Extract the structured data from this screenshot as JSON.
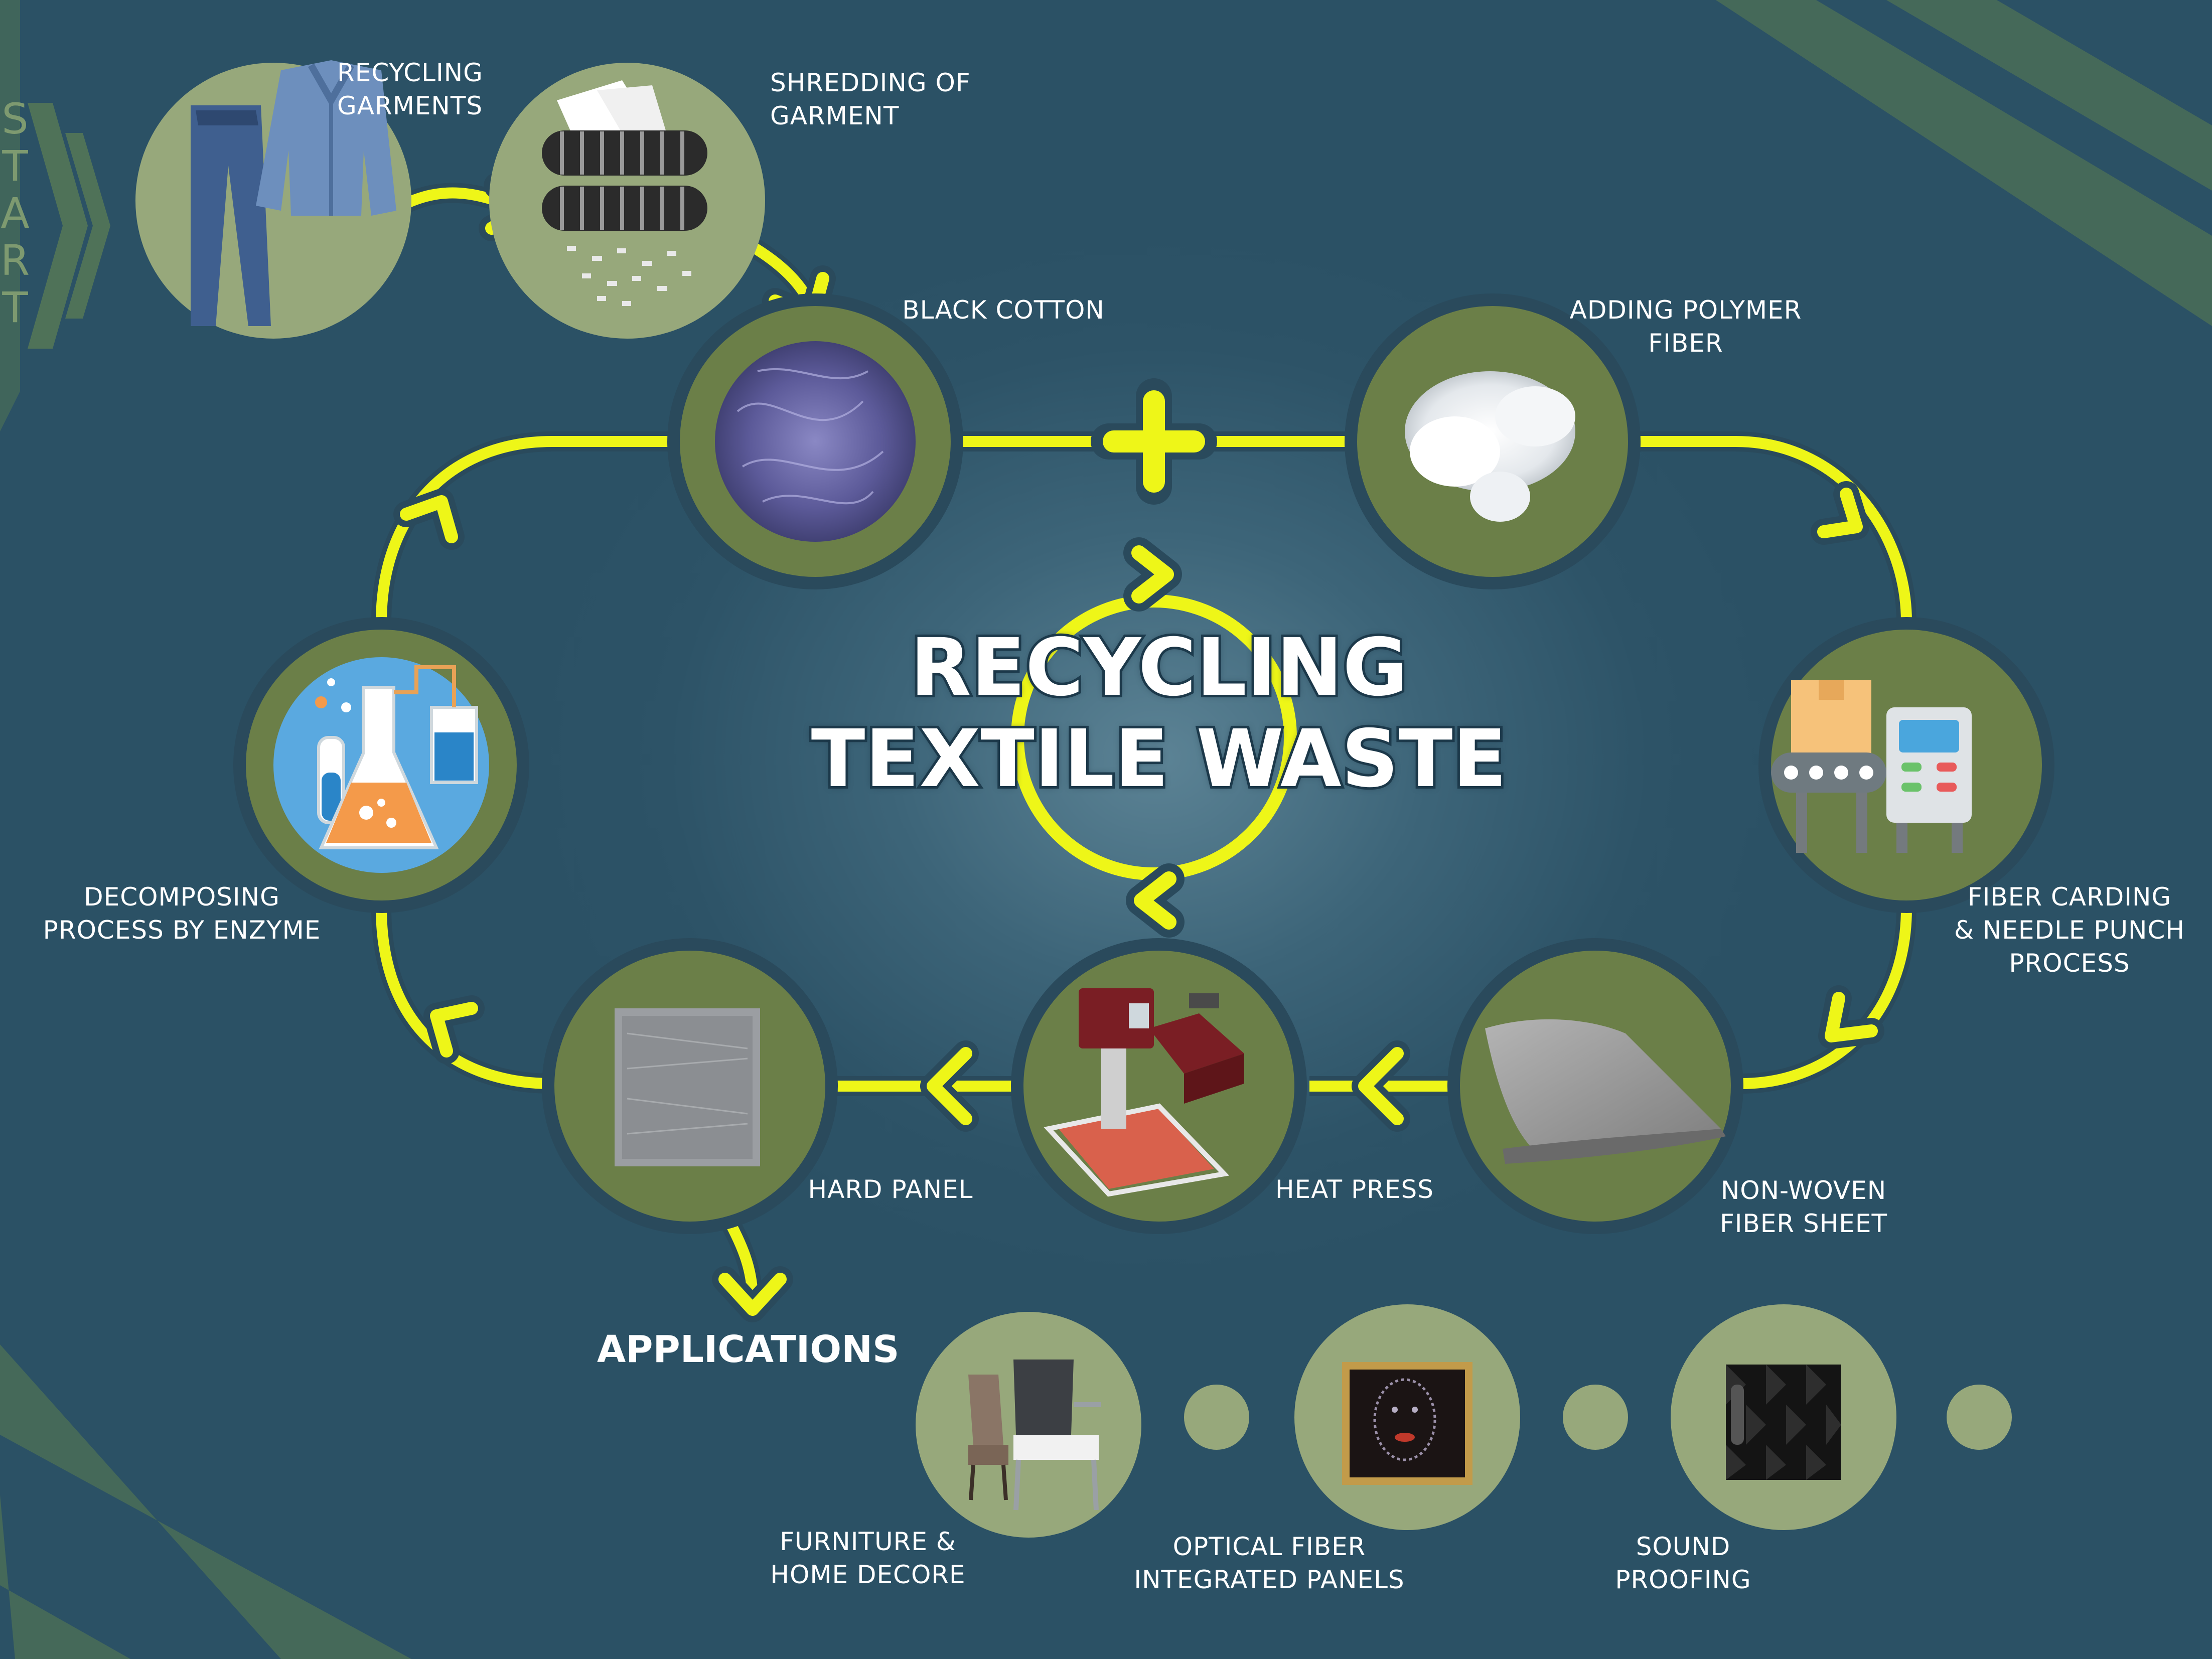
{
  "title": "RECYCLING\nTEXTILE WASTE",
  "start_label": "S\nT\nA\nR\nT",
  "colors": {
    "background": "#2d5367",
    "node_fill": "#6b7f48",
    "node_ring": "#2a4a5c",
    "app_node_fill": "#97a87b",
    "arrow": "#eef618",
    "stripe": "#4f7258",
    "title_outline": "#1f3e50"
  },
  "steps": [
    {
      "label": "RECYCLING\nGARMENTS",
      "icon": "garments-icon"
    },
    {
      "label": "SHREDDING OF\nGARMENT",
      "icon": "shredder-icon"
    },
    {
      "label": "BLACK COTTON",
      "icon": "cotton-fiber-icon"
    },
    {
      "label": "ADDING POLYMER\nFIBER",
      "icon": "polymer-fiber-icon"
    },
    {
      "label": "FIBER CARDING\n& NEEDLE PUNCH\nPROCESS",
      "icon": "carding-machine-icon"
    },
    {
      "label": "NON-WOVEN\nFIBER SHEET",
      "icon": "fiber-sheet-icon"
    },
    {
      "label": "HEAT PRESS",
      "icon": "heat-press-icon"
    },
    {
      "label": "HARD PANEL",
      "icon": "hard-panel-icon"
    },
    {
      "label": "DECOMPOSING\nPROCESS BY ENZYME",
      "icon": "lab-flask-icon"
    }
  ],
  "applications": {
    "title": "APPLICATIONS",
    "items": [
      {
        "label": "FURNITURE &\nHOME DECORE",
        "icon": "chairs-icon"
      },
      {
        "label": "OPTICAL FIBER\nINTEGRATED PANELS",
        "icon": "optical-panel-icon"
      },
      {
        "label": "SOUND\nPROOFING",
        "icon": "acoustic-foam-icon"
      }
    ]
  }
}
